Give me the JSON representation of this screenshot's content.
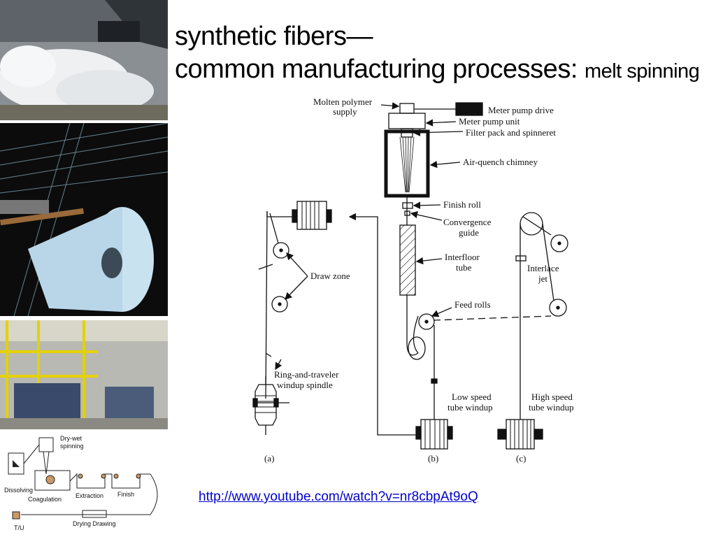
{
  "slide": {
    "title_line1": "synthetic fibers—",
    "title_line2": "common manufacturing processes: ",
    "title_line2_small": "melt spinning",
    "link": "http://www.youtube.com/watch?v=nr8cbpAt9oQ"
  },
  "diagram": {
    "molten_polymer_1": "Molten polymer",
    "molten_polymer_2": "supply",
    "meter_pump_drive": "Meter pump drive",
    "meter_pump_unit": "Meter pump unit",
    "filter_pack": "Filter pack and spinneret",
    "air_quench": "Air-quench chimney",
    "finish_roll": "Finish roll",
    "convergence_1": "Convergence",
    "convergence_2": "guide",
    "interfloor_1": "Interfloor",
    "interfloor_2": "tube",
    "draw_zone": "Draw zone",
    "interlace_1": "Interlace",
    "interlace_2": "jet",
    "feed_rolls": "Feed rolls",
    "ring_1": "Ring-and-traveler",
    "ring_2": "windup spindle",
    "low_speed_1": "Low speed",
    "low_speed_2": "tube windup",
    "high_speed_1": "High speed",
    "high_speed_2": "tube windup",
    "panel_a": "(a)",
    "panel_b": "(b)",
    "panel_c": "(c)"
  },
  "inset": {
    "dry_wet_1": "Dry-wet",
    "dry_wet_2": "spinning",
    "dissolving": "Dissolving",
    "coagulation": "Coagulation",
    "extraction": "Extraction",
    "finish": "Finish",
    "tu": "T/U",
    "drying_drawing": "Drying Drawing"
  },
  "colors": {
    "link": "#0000cc"
  }
}
